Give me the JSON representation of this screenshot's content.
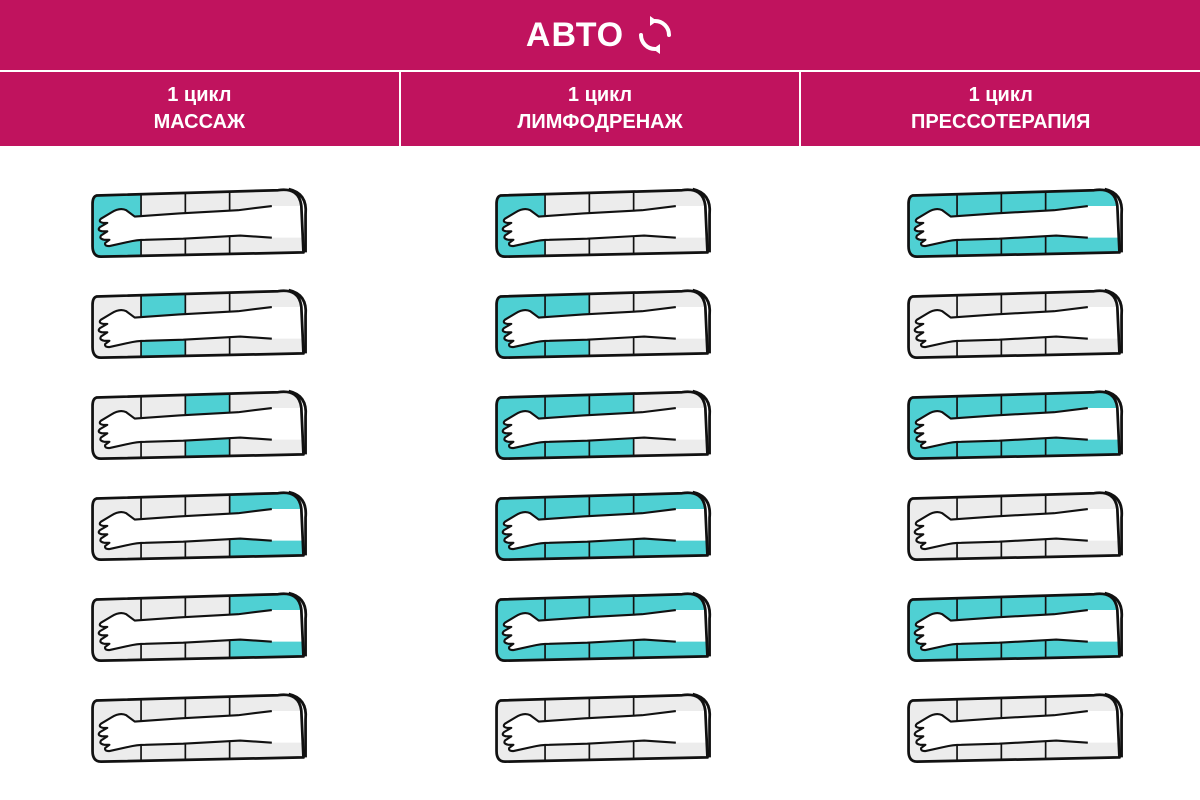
{
  "title": "АВТО",
  "colors": {
    "header_bg": "#c0135e",
    "active": "#4fd0d3",
    "inactive": "#ececec",
    "outline": "#111111"
  },
  "icons": {
    "title_icon": "refresh-cycle-icon",
    "step_icon": "arm-cuff-icon"
  },
  "columns": [
    {
      "line1": "1 цикл",
      "line2": "МАССАЖ",
      "steps": [
        [
          true,
          false,
          false,
          false
        ],
        [
          false,
          true,
          false,
          false
        ],
        [
          false,
          false,
          true,
          false
        ],
        [
          false,
          false,
          false,
          true
        ],
        [
          false,
          false,
          false,
          true
        ],
        [
          false,
          false,
          false,
          false
        ]
      ]
    },
    {
      "line1": "1 цикл",
      "line2": "ЛИМФОДРЕНАЖ",
      "steps": [
        [
          true,
          false,
          false,
          false
        ],
        [
          true,
          true,
          false,
          false
        ],
        [
          true,
          true,
          true,
          false
        ],
        [
          true,
          true,
          true,
          true
        ],
        [
          true,
          true,
          true,
          true
        ],
        [
          false,
          false,
          false,
          false
        ]
      ]
    },
    {
      "line1": "1 цикл",
      "line2": "ПРЕССОТЕРАПИЯ",
      "steps": [
        [
          true,
          true,
          true,
          true
        ],
        [
          false,
          false,
          false,
          false
        ],
        [
          true,
          true,
          true,
          true
        ],
        [
          false,
          false,
          false,
          false
        ],
        [
          true,
          true,
          true,
          true
        ],
        [
          false,
          false,
          false,
          false
        ]
      ]
    }
  ]
}
